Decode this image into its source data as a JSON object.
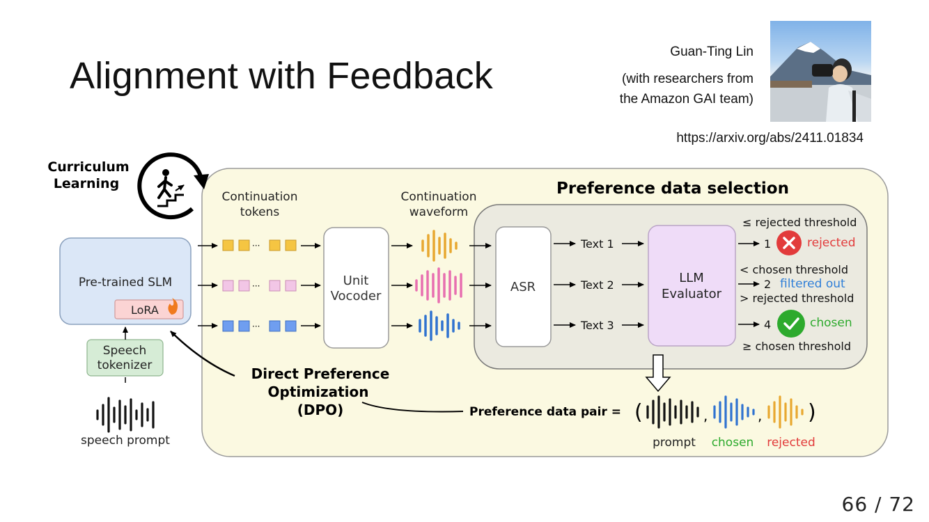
{
  "slide": {
    "title": "Alignment with Feedback",
    "author_name": "Guan-Ting Lin",
    "author_affil_1": "(with researchers from",
    "author_affil_2": "the Amazon GAI team)",
    "paper_link": "https://arxiv.org/abs/2411.01834",
    "page_number": "66 / 72"
  },
  "diagram": {
    "curriculum_1": "Curriculum",
    "curriculum_2": "Learning",
    "cont_tokens_1": "Continuation",
    "cont_tokens_2": "tokens",
    "cont_wave_1": "Continuation",
    "cont_wave_2": "waveform",
    "pref_title": "Preference data selection",
    "slm_label": "Pre-trained SLM",
    "lora_label": "LoRA",
    "tokenizer_1": "Speech",
    "tokenizer_2": "tokenizer",
    "speech_prompt": "speech prompt",
    "vocoder_1": "Unit",
    "vocoder_2": "Vocoder",
    "asr": "ASR",
    "text1": "Text 1",
    "text2": "Text 2",
    "text3": "Text 3",
    "llm_1": "LLM",
    "llm_2": "Evaluator",
    "score1": "1",
    "score2": "2",
    "score4": "4",
    "rejected_thr": "≤ rejected threshold",
    "rejected": "rejected",
    "chosen_lt": "< chosen threshold",
    "filtered": "filtered out",
    "rejected_gt": "> rejected threshold",
    "chosen": "chosen",
    "chosen_ge": "≥ chosen threshold",
    "dpo_1": "Direct Preference",
    "dpo_2": "Optimization",
    "dpo_3": "(DPO)",
    "pair_label": "Preference data pair =",
    "pair_prompt": "prompt",
    "pair_chosen": "chosen",
    "pair_rejected": "rejected"
  },
  "colors": {
    "yellow_token": "#f5c542",
    "pink_token": "#f2b3de",
    "blue_token": "#6f9ef0",
    "orange_wave": "#e8a830",
    "pink_wave": "#e86fb0",
    "blue_wave": "#2f72d0",
    "red": "#e23b3b",
    "green": "#2daa2d",
    "blue_text": "#2f7fd8"
  }
}
